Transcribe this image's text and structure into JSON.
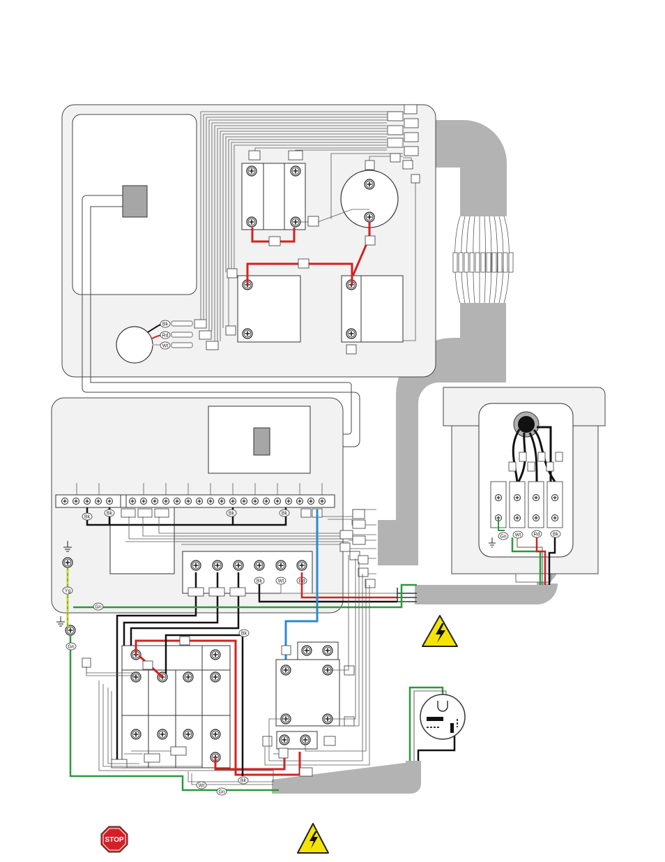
{
  "wire_labels": {
    "black": "Bk",
    "red": "Rd",
    "white": "Wt",
    "green": "Gn",
    "yellow_green": "Yg"
  },
  "stop_sign": {
    "text": "STOP"
  },
  "colors": {
    "black_wire": "#111111",
    "red_wire": "#d42020",
    "white_wire": "#ffffff",
    "green_wire": "#2a9a3a",
    "blue_wire": "#2a8ad0",
    "yellow_green_wire": "#c8d830",
    "conduit": "#b3b3b3",
    "panel_fill": "#f2f2f2",
    "stop_red": "#d41f26",
    "warning_yellow": "#f5e400"
  },
  "icons": [
    "ground-icon",
    "warning-icon",
    "stop-icon",
    "terminal-screw-icon"
  ]
}
